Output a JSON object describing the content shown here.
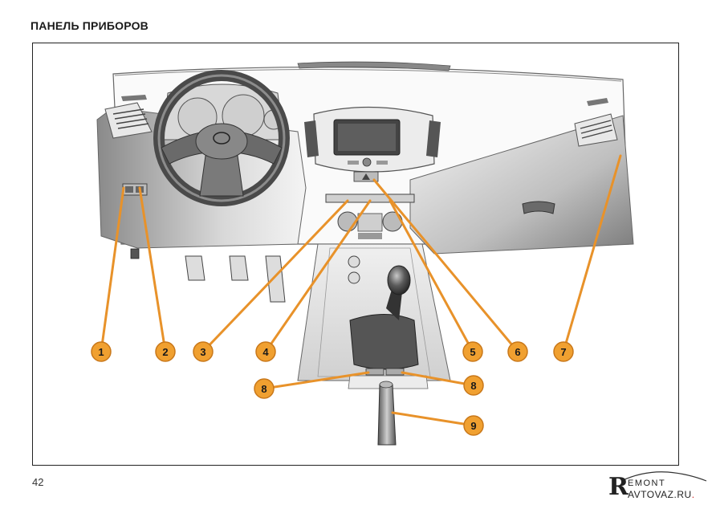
{
  "page": {
    "title": "ПАНЕЛЬ ПРИБОРОВ",
    "page_number": "42"
  },
  "figure": {
    "callouts": [
      {
        "label": "1"
      },
      {
        "label": "2"
      },
      {
        "label": "3"
      },
      {
        "label": "4"
      },
      {
        "label": "5"
      },
      {
        "label": "6"
      },
      {
        "label": "7"
      },
      {
        "label": "8"
      },
      {
        "label": "8"
      },
      {
        "label": "9"
      }
    ],
    "colors": {
      "callout": "#f0a030",
      "callout_line": "#e8922a",
      "outline": "#555555",
      "shade": "#9a9a9a"
    }
  },
  "watermark": {
    "initial": "R",
    "top_text": "EMONT",
    "bottom_text": "AVTOVAZ.RU",
    "dot": "."
  }
}
